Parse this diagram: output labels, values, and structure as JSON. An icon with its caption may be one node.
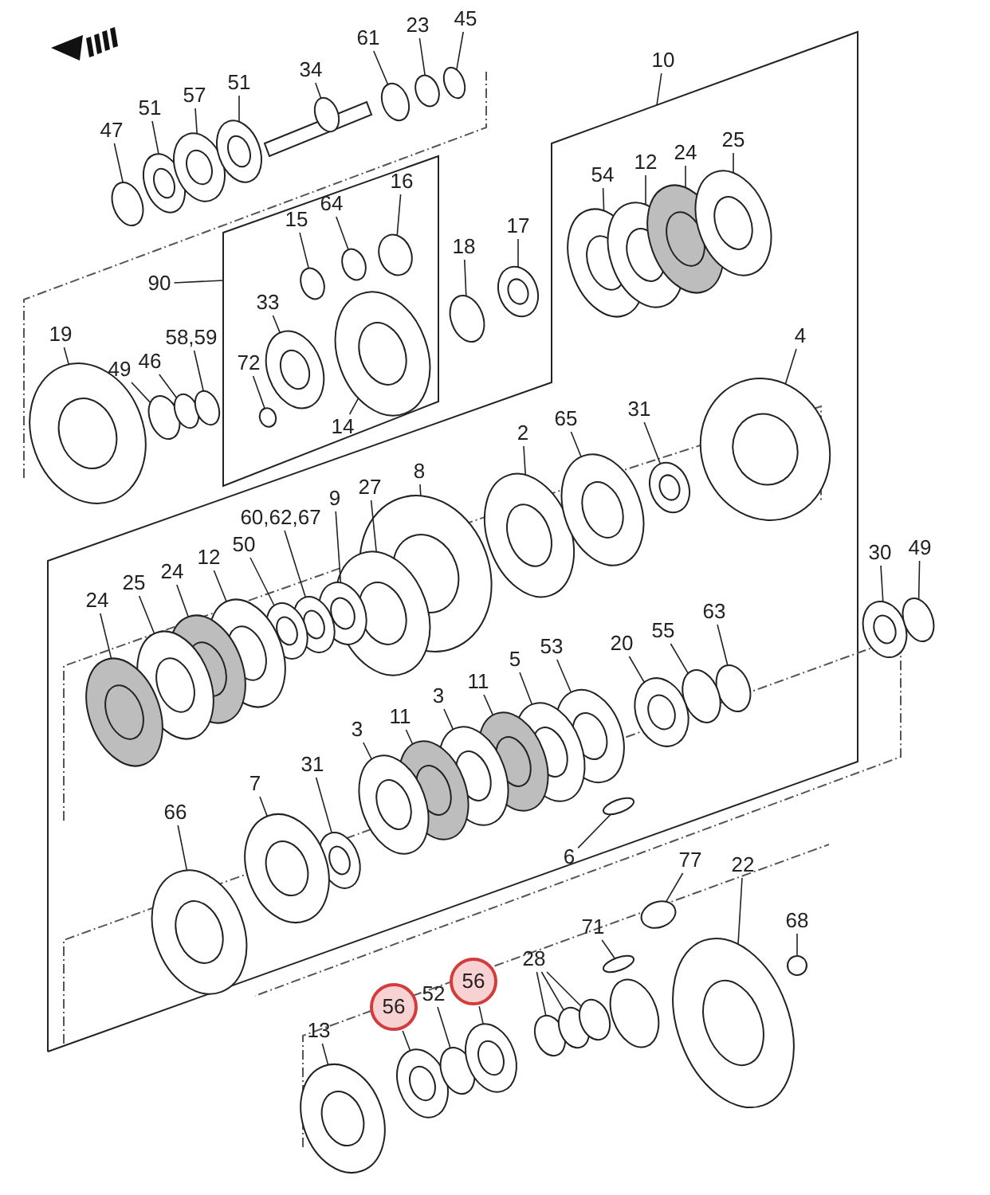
{
  "diagram": {
    "nodes": [
      {
        "text": [
          "47"
        ]
      },
      {
        "text": [
          "51"
        ]
      },
      {
        "text": [
          "57"
        ]
      },
      {
        "text": [
          "51"
        ]
      },
      {
        "text": [
          "34"
        ]
      },
      {
        "text": [
          "61"
        ]
      },
      {
        "text": [
          "23"
        ]
      },
      {
        "text": [
          "45"
        ]
      },
      {
        "text": [
          "90"
        ]
      },
      {
        "text": [
          "15"
        ]
      },
      {
        "text": [
          "64"
        ]
      },
      {
        "text": [
          "16"
        ]
      },
      {
        "text": [
          "33"
        ]
      },
      {
        "text": [
          "72"
        ]
      },
      {
        "text": [
          "14"
        ]
      },
      {
        "text": [
          "19"
        ]
      },
      {
        "text": [
          "49"
        ]
      },
      {
        "text": [
          "46"
        ]
      },
      {
        "text": [
          "58,59"
        ]
      },
      {
        "text": [
          "18"
        ]
      },
      {
        "text": [
          "17"
        ]
      },
      {
        "text": [
          "10"
        ]
      },
      {
        "text": [
          "54"
        ]
      },
      {
        "text": [
          "12"
        ]
      },
      {
        "text": [
          "24"
        ]
      },
      {
        "text": [
          "25"
        ]
      },
      {
        "text": [
          "4"
        ]
      },
      {
        "text": [
          "2"
        ]
      },
      {
        "text": [
          "65"
        ]
      },
      {
        "text": [
          "31"
        ]
      },
      {
        "text": [
          "30"
        ]
      },
      {
        "text": [
          "49"
        ]
      },
      {
        "text": [
          "8"
        ]
      },
      {
        "text": [
          "27"
        ]
      },
      {
        "text": [
          "9"
        ]
      },
      {
        "text": [
          "60,62,67"
        ]
      },
      {
        "text": [
          "50"
        ]
      },
      {
        "text": [
          "12"
        ]
      },
      {
        "text": [
          "24"
        ]
      },
      {
        "text": [
          "25"
        ]
      },
      {
        "text": [
          "24"
        ]
      },
      {
        "text": [
          "63"
        ]
      },
      {
        "text": [
          "55"
        ]
      },
      {
        "text": [
          "20"
        ]
      },
      {
        "text": [
          "53"
        ]
      },
      {
        "text": [
          "5"
        ]
      },
      {
        "text": [
          "11"
        ]
      },
      {
        "text": [
          "3"
        ]
      },
      {
        "text": [
          "11"
        ]
      },
      {
        "text": [
          "3"
        ]
      },
      {
        "text": [
          "31"
        ]
      },
      {
        "text": [
          "7"
        ]
      },
      {
        "text": [
          "66"
        ]
      },
      {
        "text": [
          "6"
        ]
      },
      {
        "text": [
          "77"
        ]
      },
      {
        "text": [
          "22"
        ]
      },
      {
        "text": [
          "71"
        ]
      },
      {
        "text": [
          "68"
        ]
      },
      {
        "text": [
          "28"
        ]
      },
      {
        "text": [
          "56"
        ]
      },
      {
        "text": [
          "52"
        ]
      },
      {
        "text": [
          "56"
        ]
      },
      {
        "text": [
          "13"
        ]
      },
      {
        "text": [],
        "shape": "circle"
      },
      {
        "text": [],
        "shape": "circle"
      },
      {
        "text": [],
        "shape": "circle"
      },
      {
        "text": [],
        "shape": "circle"
      },
      {
        "text": [],
        "shape": "circle"
      },
      {
        "text": [],
        "shape": "circle"
      },
      {
        "text": [],
        "shape": "circle"
      },
      {
        "text": [],
        "shape": "circle"
      },
      {
        "text": [],
        "shape": "circle"
      },
      {
        "text": [],
        "shape": "circle"
      },
      {
        "text": [],
        "shape": "circle"
      },
      {
        "text": [],
        "shape": "circle"
      },
      {
        "text": [],
        "shape": "circle"
      },
      {
        "text": [],
        "shape": "circle"
      },
      {
        "text": [],
        "shape": "circle"
      },
      {
        "text": [],
        "shape": "circle"
      },
      {
        "text": [],
        "shape": "circle"
      },
      {
        "text": [],
        "shape": "circle"
      },
      {
        "text": [],
        "shape": "circle"
      },
      {
        "text": [],
        "shape": "circle"
      },
      {
        "text": [],
        "shape": "circle"
      },
      {
        "text": [],
        "shape": "circle"
      },
      {
        "text": [],
        "shape": "circle"
      },
      {
        "text": [],
        "shape": "circle"
      },
      {
        "text": [],
        "shape": "circle"
      },
      {
        "text": [],
        "shape": "circle"
      },
      {
        "text": [],
        "shape": "circle"
      },
      {
        "text": [],
        "shape": "circle"
      },
      {
        "text": [],
        "shape": "circle"
      },
      {
        "text": [],
        "shape": "circle"
      },
      {
        "text": [],
        "shape": "circle"
      },
      {
        "text": [],
        "shape": "circle"
      },
      {
        "text": [],
        "shape": "circle"
      },
      {
        "text": [],
        "shape": "circle"
      },
      {
        "text": [],
        "shape": "circle"
      },
      {
        "text": [],
        "shape": "circle"
      },
      {
        "text": [],
        "shape": "circle"
      },
      {
        "text": [],
        "shape": "circle"
      },
      {
        "text": [],
        "shape": "circle"
      },
      {
        "text": [],
        "shape": "circle"
      },
      {
        "text": [],
        "shape": "circle"
      },
      {
        "text": [],
        "shape": "circle"
      },
      {
        "text": [],
        "shape": "circle"
      },
      {
        "text": [],
        "shape": "circle"
      },
      {
        "text": [],
        "shape": "circle"
      },
      {
        "text": [],
        "shape": "circle"
      },
      {
        "text": [],
        "shape": "circle"
      },
      {
        "text": [],
        "shape": "circle"
      },
      {
        "text": [],
        "shape": "circle"
      },
      {
        "text": [],
        "shape": "circle"
      },
      {
        "text": [],
        "shape": "circle"
      },
      {
        "text": [],
        "shape": "circle"
      },
      {
        "text": [],
        "shape": "circle"
      },
      {
        "text": [],
        "shape": "circle"
      },
      {
        "text": [],
        "shape": "circle"
      },
      {
        "text": [],
        "shape": "circle"
      },
      {
        "text": [],
        "shape": "circle"
      },
      {
        "text": [],
        "shape": "circle"
      },
      {
        "text": [],
        "shape": "circle"
      },
      {
        "text": [],
        "shape": "circle"
      },
      {
        "text": [],
        "shape": "circle"
      },
      {
        "text": [],
        "shape": "circle"
      },
      {
        "text": [],
        "shape": "circle"
      }
    ],
    "edges": [
      {
        "from": 0,
        "to": 63,
        "arrow": "none"
      },
      {
        "from": 1,
        "to": 64,
        "arrow": "none"
      },
      {
        "from": 2,
        "to": 65,
        "arrow": "none"
      },
      {
        "from": 3,
        "to": 66,
        "arrow": "none"
      },
      {
        "from": 4,
        "to": 67,
        "arrow": "none"
      },
      {
        "from": 5,
        "to": 68,
        "arrow": "none"
      },
      {
        "from": 6,
        "to": 69,
        "arrow": "none"
      },
      {
        "from": 7,
        "to": 70,
        "arrow": "none"
      },
      {
        "from": 8,
        "to": null,
        "arrow": "none"
      },
      {
        "from": 9,
        "to": 71,
        "arrow": "none"
      },
      {
        "from": 10,
        "to": 72,
        "arrow": "none"
      },
      {
        "from": 11,
        "to": 73,
        "arrow": "none"
      },
      {
        "from": 12,
        "to": 74,
        "arrow": "none"
      },
      {
        "from": 13,
        "to": 75,
        "arrow": "none"
      },
      {
        "from": 14,
        "to": 76,
        "arrow": "none"
      },
      {
        "from": 15,
        "to": 77,
        "arrow": "none"
      },
      {
        "from": 16,
        "to": 78,
        "arrow": "none"
      },
      {
        "from": 17,
        "to": 79,
        "arrow": "none"
      },
      {
        "from": 18,
        "to": 80,
        "arrow": "none"
      },
      {
        "from": 19,
        "to": 81,
        "arrow": "none"
      },
      {
        "from": 20,
        "to": 82,
        "arrow": "none"
      },
      {
        "from": 21,
        "to": null,
        "arrow": "none"
      },
      {
        "from": 22,
        "to": 83,
        "arrow": "none"
      },
      {
        "from": 23,
        "to": 84,
        "arrow": "none"
      },
      {
        "from": 24,
        "to": 85,
        "arrow": "none"
      },
      {
        "from": 25,
        "to": 86,
        "arrow": "none"
      },
      {
        "from": 26,
        "to": 87,
        "arrow": "none"
      },
      {
        "from": 27,
        "to": 88,
        "arrow": "none"
      },
      {
        "from": 28,
        "to": 89,
        "arrow": "none"
      },
      {
        "from": 29,
        "to": 90,
        "arrow": "none"
      },
      {
        "from": 30,
        "to": 91,
        "arrow": "none"
      },
      {
        "from": 31,
        "to": 92,
        "arrow": "none"
      },
      {
        "from": 32,
        "to": 93,
        "arrow": "none"
      },
      {
        "from": 33,
        "to": 94,
        "arrow": "none"
      },
      {
        "from": 34,
        "to": 95,
        "arrow": "none"
      },
      {
        "from": 35,
        "to": 96,
        "arrow": "none"
      },
      {
        "from": 36,
        "to": 97,
        "arrow": "none"
      },
      {
        "from": 37,
        "to": 98,
        "arrow": "none"
      },
      {
        "from": 38,
        "to": 99,
        "arrow": "none"
      },
      {
        "from": 39,
        "to": 100,
        "arrow": "none"
      },
      {
        "from": 40,
        "to": 101,
        "arrow": "none"
      },
      {
        "from": 41,
        "to": 102,
        "arrow": "none"
      },
      {
        "from": 42,
        "to": 103,
        "arrow": "none"
      },
      {
        "from": 43,
        "to": 104,
        "arrow": "none"
      },
      {
        "from": 44,
        "to": 105,
        "arrow": "none"
      },
      {
        "from": 45,
        "to": 106,
        "arrow": "none"
      },
      {
        "from": 46,
        "to": 107,
        "arrow": "none"
      },
      {
        "from": 47,
        "to": 108,
        "arrow": "none"
      },
      {
        "from": 48,
        "to": 109,
        "arrow": "none"
      },
      {
        "from": 49,
        "to": 110,
        "arrow": "none"
      },
      {
        "from": 50,
        "to": 111,
        "arrow": "none"
      },
      {
        "from": 51,
        "to": 112,
        "arrow": "none"
      },
      {
        "from": 52,
        "to": 113,
        "arrow": "none"
      },
      {
        "from": 53,
        "to": 114,
        "arrow": "none"
      },
      {
        "from": 54,
        "to": 115,
        "arrow": "none"
      },
      {
        "from": 55,
        "to": 116,
        "arrow": "none"
      },
      {
        "from": 56,
        "to": 117,
        "arrow": "none"
      },
      {
        "from": 57,
        "to": 118,
        "arrow": "none"
      },
      {
        "from": 58,
        "to": 119,
        "arrow": "none"
      },
      {
        "from": 58,
        "to": 120,
        "arrow": "none"
      },
      {
        "from": 58,
        "to": 121,
        "arrow": "none"
      },
      {
        "from": 59,
        "to": 122,
        "arrow": "none"
      },
      {
        "from": 60,
        "to": 123,
        "arrow": "none"
      },
      {
        "from": 61,
        "to": 124,
        "arrow": "none"
      },
      {
        "from": 62,
        "to": 125,
        "arrow": "none"
      }
    ]
  }
}
